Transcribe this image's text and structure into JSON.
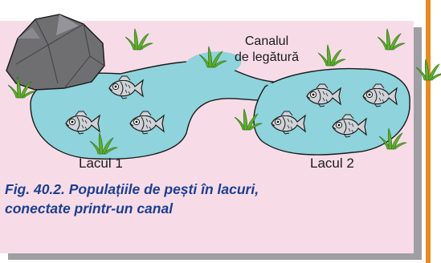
{
  "figure": {
    "canal_label": [
      "Canalul",
      "de legătură"
    ],
    "lake_left_label": "Lacul 1",
    "lake_right_label": "Lacul 2",
    "caption_lines": [
      "Fig. 40.2. Populațiile de pești în lacuri,",
      "conectate printr-un canal"
    ],
    "colors": {
      "panel": "#f7dce8",
      "water": "#8fd3dc",
      "outline": "#1a1a1a",
      "grass": "#5fae2e",
      "fish": "#cfd2d6",
      "caption": "#1b3f8f",
      "accent_stripe": "#e78a1f",
      "rock": "#6f6f72"
    },
    "icons": [
      "rock-icon",
      "grass-icon",
      "fish-icon"
    ]
  }
}
